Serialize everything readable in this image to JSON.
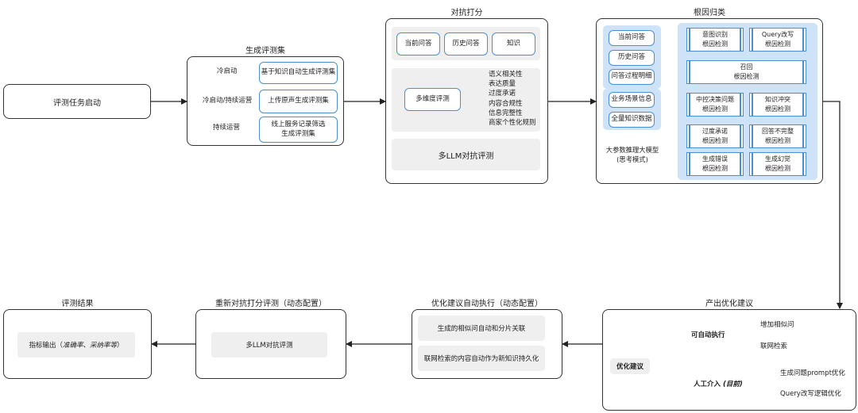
{
  "start": {
    "label": "评测任务启动"
  },
  "gen": {
    "title": "生成评测集",
    "rows": [
      {
        "trigger": "冷启动",
        "action": "基于知识自动生成评测集"
      },
      {
        "trigger": "冷启动/持续运营",
        "action": "上传原声生成评测集"
      },
      {
        "trigger": "持续运营",
        "action": "线上服务记录筛选\n生成评测集"
      }
    ]
  },
  "adv": {
    "title": "对抗打分",
    "inputs": [
      "当前问答",
      "历史问答",
      "知识"
    ],
    "multi": "多维度评测",
    "dims": [
      "语义相关性",
      "表达质量",
      "过度承诺",
      "内容合规性",
      "信息完整性",
      "商家个性化规则"
    ],
    "llm": "多LLM对抗评测"
  },
  "root": {
    "title": "根因归类",
    "inputs1": [
      "当前问答",
      "历史问答",
      "问答过程明细"
    ],
    "inputs2": [
      "业务场景信息",
      "全量知识数据"
    ],
    "model": "大参数推理大模型\n(思考模式)",
    "cells": [
      {
        "name": "意图识别",
        "sub": "根因检测"
      },
      {
        "name": "Query改写",
        "sub": "根因检测"
      },
      {
        "name": "召回",
        "sub": "根因检测"
      },
      {
        "name": "中控决策问题",
        "sub": "根因检测"
      },
      {
        "name": "知识冲突",
        "sub": "根因检测"
      },
      {
        "name": "过度承诺",
        "sub": "根因检测"
      },
      {
        "name": "回答不完整",
        "sub": "根因检测"
      },
      {
        "name": "生成错误",
        "sub": "根因检测"
      },
      {
        "name": "生成幻觉",
        "sub": "根因检测"
      }
    ]
  },
  "opt": {
    "title": "产出优化建议",
    "root": "优化建议",
    "branch1": "可自动执行",
    "leaves1": [
      "增加相似问",
      "联网检索"
    ],
    "branch2_main": "人工介入",
    "branch2_note": "(目前)",
    "leaves2": [
      "生成问题prompt优化",
      "Query改写逻辑优化"
    ]
  },
  "auto": {
    "title": "优化建议自动执行（动态配置）",
    "items": [
      "生成的相似问自动和分片关联",
      "联网检索的内容自动作为新知识持久化"
    ]
  },
  "rerun": {
    "title": "重新对抗打分评测（动态配置）",
    "item": "多LLM对抗评测"
  },
  "result": {
    "title": "评测结果",
    "item_prefix": "指标输出（",
    "item_em": "准确率、采纳率等",
    "item_suffix": "）"
  },
  "colors": {
    "blue": "#4a8fd6",
    "green": "#3a9a4a",
    "red": "#d23b3b",
    "gray_fill": "#efefef",
    "panel": "#cfe3f8"
  }
}
